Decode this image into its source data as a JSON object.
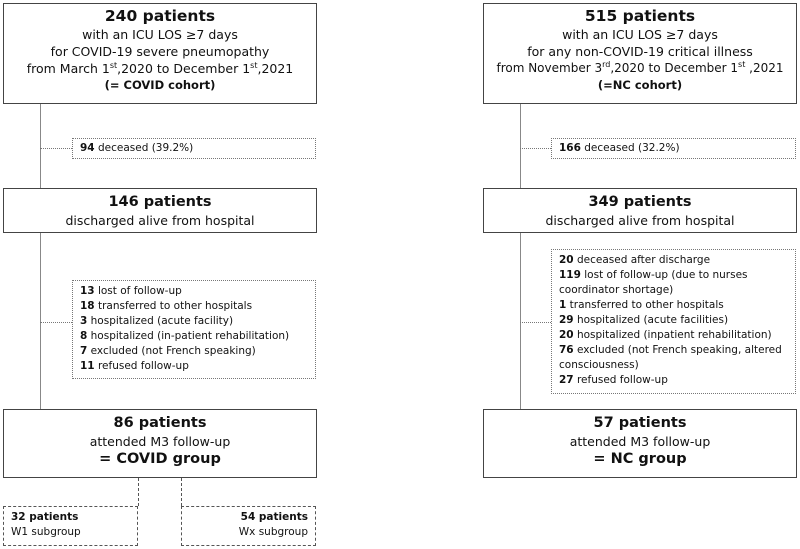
{
  "covid": {
    "top": {
      "count": "240 patients",
      "line1": "with an ICU LOS ≥7 days",
      "line2": "for COVID-19 severe pneumopathy",
      "from_pre": "from March 1",
      "from_sup": "st",
      "from_mid": ",2020 to December 1",
      "from_sup2": "st",
      "from_post": ",2021",
      "cohort": "(= COVID cohort)"
    },
    "deceased": {
      "num": "94",
      "text": "deceased (39.2%)"
    },
    "discharged": {
      "count": "146 patients",
      "text": "discharged alive from hospital"
    },
    "exclusions": [
      {
        "num": "13",
        "text": "lost of follow-up"
      },
      {
        "num": "18",
        "text": "transferred to other hospitals"
      },
      {
        "num": "3",
        "text": "hospitalized (acute facility)"
      },
      {
        "num": "8",
        "text": "hospitalized (in-patient rehabilitation)"
      },
      {
        "num": "7",
        "text": "excluded (not French speaking)"
      },
      {
        "num": "11",
        "text": "refused follow-up"
      }
    ],
    "final": {
      "count": "86 patients",
      "text": "attended M3 follow-up",
      "group": "= COVID group"
    },
    "sub1": {
      "count": "32 patients",
      "name": "W1 subgroup"
    },
    "sub2": {
      "count": "54 patients",
      "name": "Wx subgroup"
    }
  },
  "nc": {
    "top": {
      "count": "515 patients",
      "line1": "with an ICU LOS ≥7 days",
      "line2": "for any non-COVID-19 critical illness",
      "from_pre": "from November 3",
      "from_sup": "rd",
      "from_mid": ",2020 to December 1",
      "from_sup2": "st",
      "from_post": " ,2021",
      "cohort": "(=NC cohort)"
    },
    "deceased": {
      "num": "166",
      "text": "deceased (32.2%)"
    },
    "discharged": {
      "count": "349 patients",
      "text": "discharged alive from hospital"
    },
    "exclusions": [
      {
        "num": "20",
        "text": "deceased after discharge"
      },
      {
        "num": "119",
        "text": "lost of follow-up (due to nurses"
      },
      {
        "num": "",
        "text": "coordinator shortage)"
      },
      {
        "num": "1",
        "text": "transferred to other hospitals"
      },
      {
        "num": "29",
        "text": "hospitalized (acute facilities)"
      },
      {
        "num": "20",
        "text": "hospitalized (inpatient rehabilitation)"
      },
      {
        "num": "76",
        "text": "excluded (not French speaking, altered"
      },
      {
        "num": "",
        "text": "consciousness)"
      },
      {
        "num": "27",
        "text": "refused follow-up"
      }
    ],
    "final": {
      "count": "57 patients",
      "text": "attended M3 follow-up",
      "group": "= NC group"
    }
  }
}
